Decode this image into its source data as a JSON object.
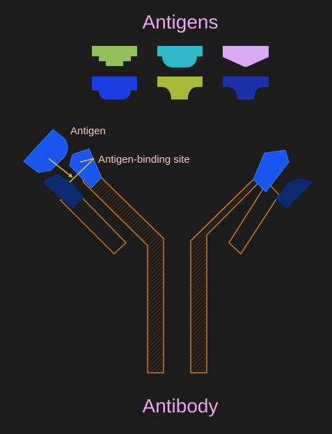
{
  "title": "Antigens",
  "caption": "Antibody",
  "labels": {
    "antigen": "Antigen",
    "binding_site": "Antigen-binding site"
  },
  "colors": {
    "background": "#1c1c1c",
    "title_text": "#e8a8e8",
    "label_text": "#f2c7c7",
    "antibody_outline": "#c87a2a",
    "antibody_fill": "#6b3d12",
    "binding_site_blue": "#1a55f0",
    "dark_blue": "#0e2a6e",
    "pointer_line": "#d8c440",
    "green": "#92be5e",
    "teal": "#2fb8c8",
    "lilac": "#d8a8f0",
    "royal_blue": "#1a3ee0",
    "olive": "#a8b83a",
    "navy": "#1a30a8"
  },
  "antigen_shapes": [
    {
      "name": "green-antigen-icon",
      "color_key": "green",
      "shape": "stepped"
    },
    {
      "name": "teal-antigen-icon",
      "color_key": "teal",
      "shape": "stepped-rounded"
    },
    {
      "name": "lilac-antigen-icon",
      "color_key": "lilac",
      "shape": "chevron"
    },
    {
      "name": "royal-blue-antigen-icon",
      "color_key": "royal_blue",
      "shape": "rounded-tab"
    },
    {
      "name": "olive-antigen-icon",
      "color_key": "olive",
      "shape": "scalloped"
    },
    {
      "name": "navy-antigen-icon",
      "color_key": "navy",
      "shape": "scalloped"
    }
  ]
}
